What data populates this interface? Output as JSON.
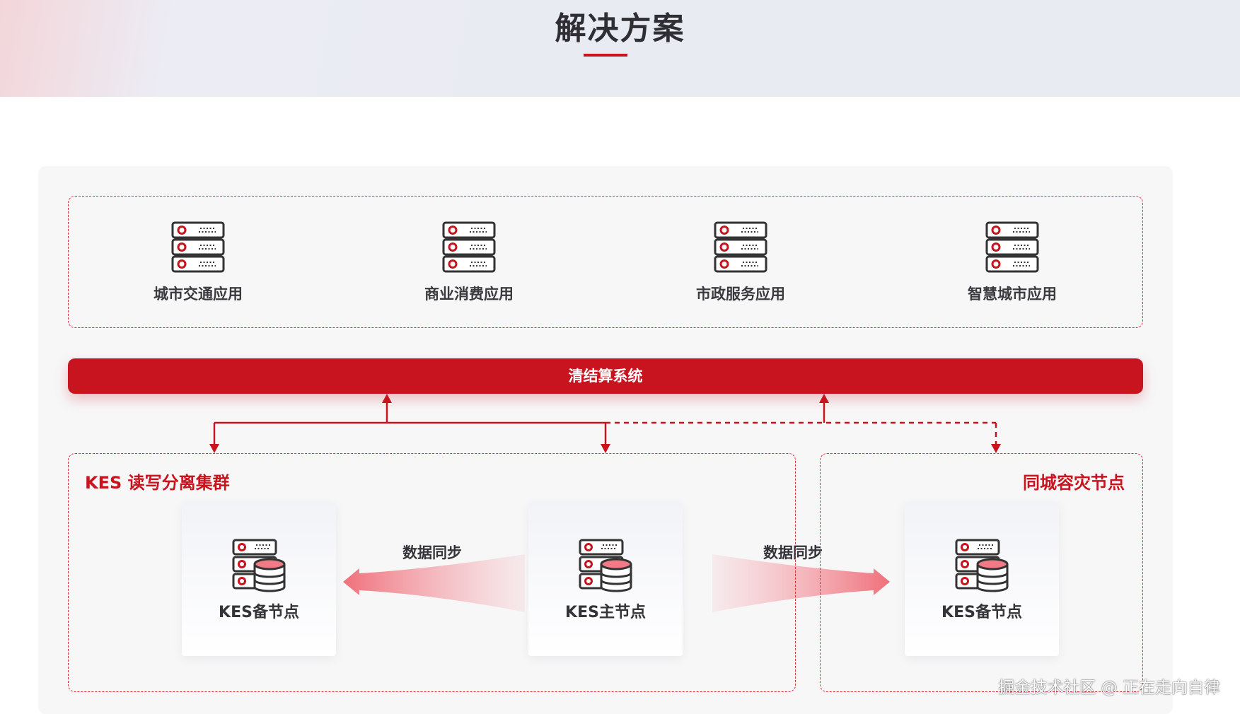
{
  "title": "解决方案",
  "applications": [
    {
      "label": "城市交通应用",
      "icon": "server-rack-icon"
    },
    {
      "label": "商业消费应用",
      "icon": "server-rack-icon"
    },
    {
      "label": "市政服务应用",
      "icon": "server-rack-icon"
    },
    {
      "label": "智慧城市应用",
      "icon": "server-rack-icon"
    }
  ],
  "clearing_system": "清结算系统",
  "cluster": {
    "title": "KES 读写分离集群",
    "standby_node": "KES备节点",
    "primary_node": "KES主节点",
    "sync_label": "数据同步"
  },
  "disaster_recovery": {
    "title": "同城容灾节点",
    "standby_node": "KES备节点",
    "sync_label": "数据同步"
  },
  "watermark": "掘金技术社区 @ 正在走向自律",
  "colors": {
    "accent": "#c8141e",
    "panel": "#f7f7f8",
    "header": "#e9ebf3"
  }
}
